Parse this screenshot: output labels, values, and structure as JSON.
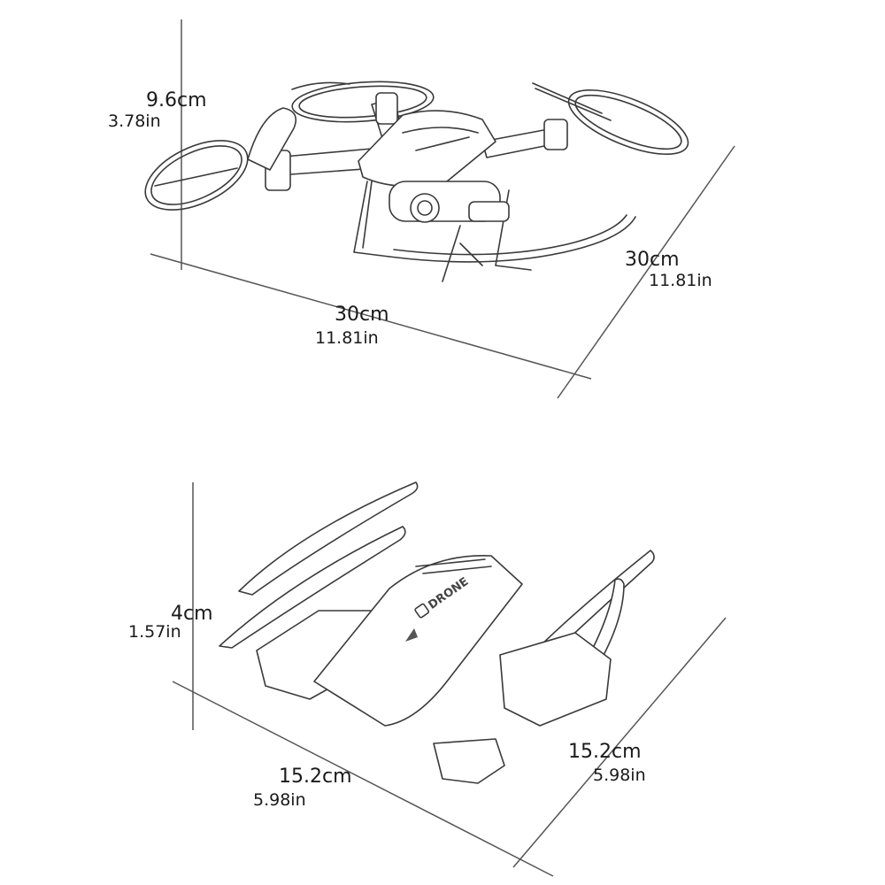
{
  "top_view": {
    "height": {
      "cm": "9.6cm",
      "inch": "3.78in"
    },
    "length": {
      "cm": "30cm",
      "inch": "11.81in"
    },
    "width": {
      "cm": "30cm",
      "inch": "11.81in"
    }
  },
  "folded_view": {
    "height": {
      "cm": "4cm",
      "inch": "1.57in"
    },
    "length": {
      "cm": "15.2cm",
      "inch": "5.98in"
    },
    "width": {
      "cm": "15.2cm",
      "inch": "5.98in"
    },
    "body_logo": "DRONE"
  },
  "colors": {
    "line": "#3a3a3a",
    "background": "#ffffff"
  }
}
